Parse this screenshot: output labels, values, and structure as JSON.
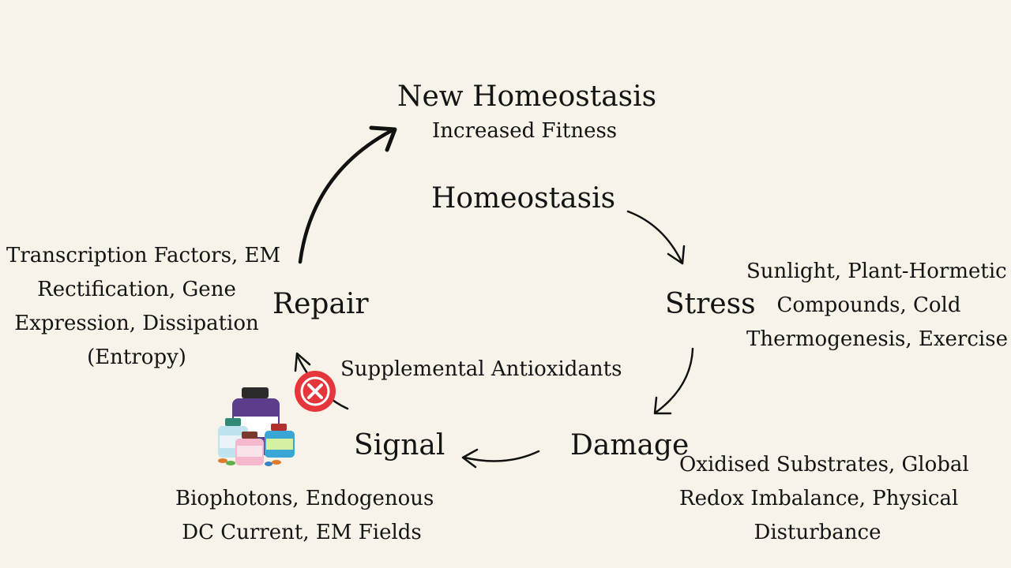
{
  "nodes": {
    "new_homeostasis": {
      "title": "New Homeostasis",
      "subtitle": "Increased Fitness"
    },
    "homeostasis": {
      "title": "Homeostasis"
    },
    "stress": {
      "title": "Stress",
      "details": [
        "Sunlight, Plant-Hormetic",
        "Compounds, Cold",
        "Thermogenesis, Exercise"
      ]
    },
    "damage": {
      "title": "Damage",
      "details": [
        "Oxidised Substrates, Global",
        "Redox Imbalance, Physical",
        "Disturbance"
      ]
    },
    "signal": {
      "title": "Signal",
      "details": [
        "Biophotons, Endogenous",
        "DC Current, EM Fields"
      ]
    },
    "repair": {
      "title": "Repair",
      "details": [
        "Transcription Factors, EM",
        "Rectification, Gene",
        "Expression, Dissipation",
        "(Entropy)"
      ]
    }
  },
  "blocker": {
    "label": "Supplemental Antioxidants",
    "icon": "red-x-icon",
    "color": "#e5363b"
  },
  "supplements_icon": "supplement-bottles-icon"
}
